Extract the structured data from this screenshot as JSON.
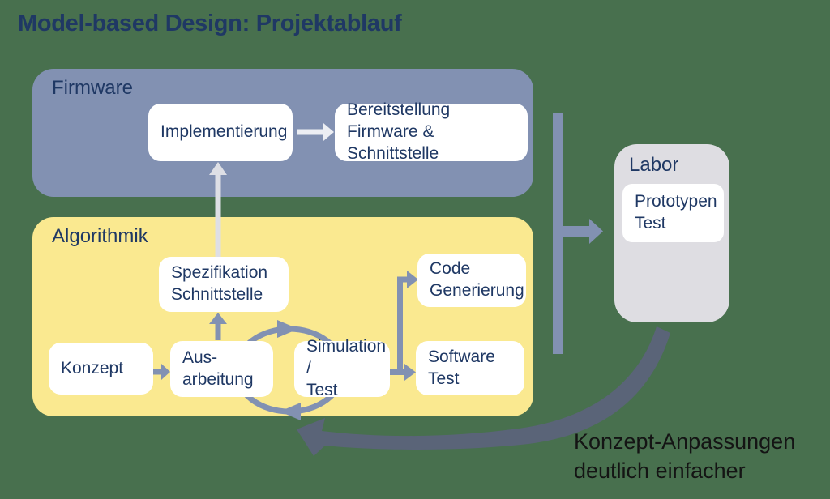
{
  "title": "Model-based Design: Projektablauf",
  "colors": {
    "bg": "#48704E",
    "navy": "#1F3864",
    "firmware-bg": "#8291B2",
    "algorithmik-bg": "#FAE990",
    "labor-bg": "#DEDDE2",
    "node-bg": "#FFFFFF",
    "arrow-blue": "#8291B2",
    "arrow-light": "#DEDFE5",
    "arrow-white": "#ECEEF3",
    "swoosh": "#5A6478",
    "annotation-text": "#141414"
  },
  "groups": {
    "firmware": {
      "label": "Firmware"
    },
    "algorithmik": {
      "label": "Algorithmik"
    },
    "labor": {
      "label": "Labor"
    }
  },
  "nodes": {
    "implementierung": {
      "label": "Implementierung"
    },
    "bereitstellung": {
      "label": "Bereitstellung\nFirmware & Schnittstelle"
    },
    "prototypen_test": {
      "label": "Prototypen\nTest"
    },
    "spezifikation": {
      "label": "Spezifikation\nSchnittstelle"
    },
    "code_generierung": {
      "label": "Code\nGenerierung"
    },
    "konzept": {
      "label": "Konzept"
    },
    "ausarbeitung": {
      "label": "Aus-\narbeitung"
    },
    "simulation_test": {
      "label": "Simulation /\nTest"
    },
    "software_test": {
      "label": "Software\nTest"
    }
  },
  "annotation": {
    "label": "Konzept-Anpassungen\ndeutlich einfacher"
  }
}
